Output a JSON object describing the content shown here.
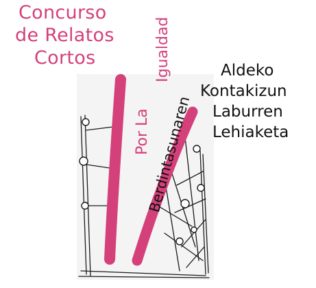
{
  "title_es": {
    "line1": "Concurso",
    "line2": "de Relatos",
    "line3": "Cortos"
  },
  "tagline_es_part1": "Por La",
  "tagline_es_part2": "Igualdad",
  "tagline_eu": "Berdintasunaren",
  "title_eu": {
    "line1": "Aldeko",
    "line2": "Kontakizun",
    "line3": "Laburren",
    "line4": "Lehiaketa"
  },
  "colors": {
    "accent": "#d4407a",
    "ink": "#111111",
    "background": "#ffffff"
  }
}
